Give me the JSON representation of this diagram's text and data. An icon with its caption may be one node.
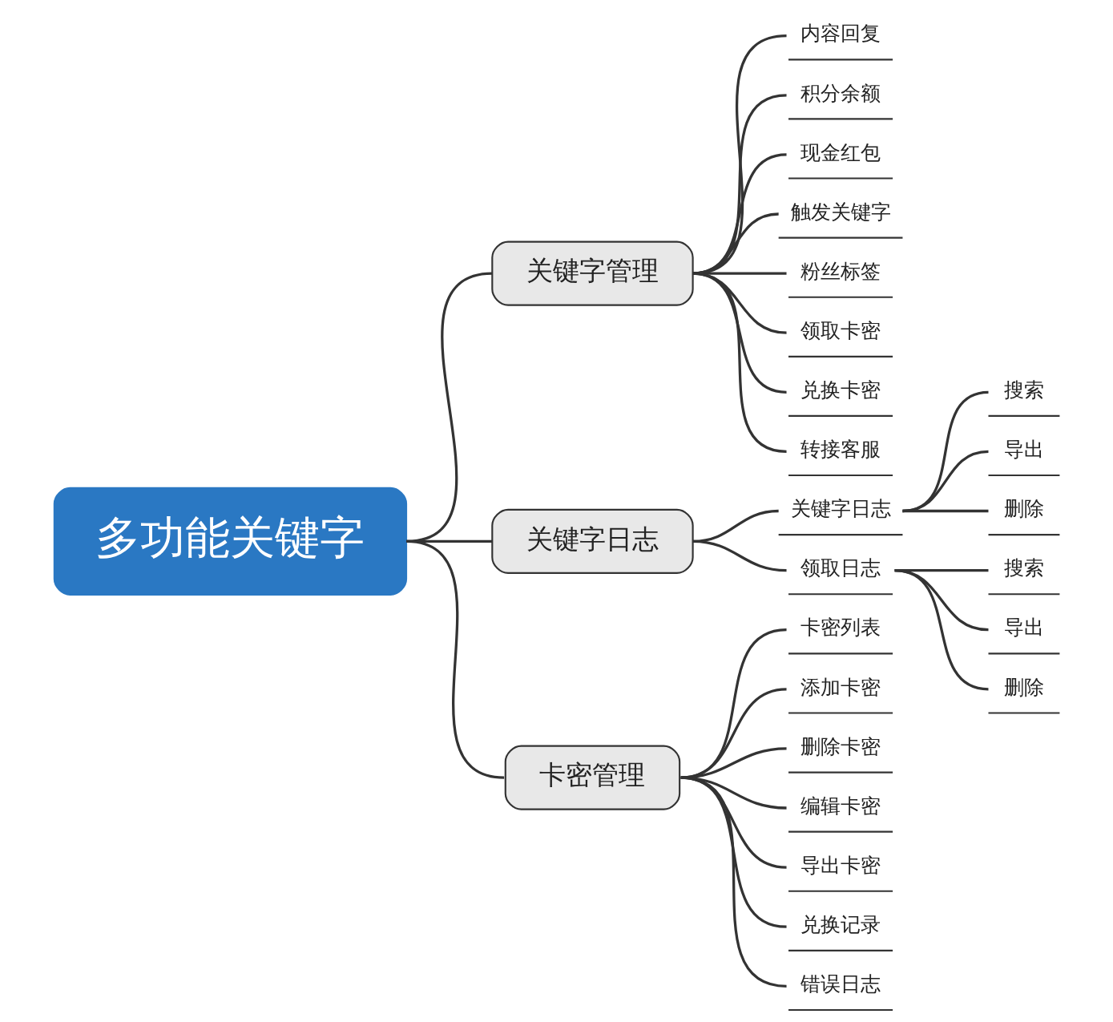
{
  "diagram": {
    "nodes": [
      {
        "text": [
          "多功能关键字"
        ]
      },
      {
        "text": [
          "关键字管理"
        ]
      },
      {
        "text": [
          "内容回复"
        ]
      },
      {
        "text": [
          "积分余额"
        ]
      },
      {
        "text": [
          "现金红包"
        ]
      },
      {
        "text": [
          "触发关键字"
        ]
      },
      {
        "text": [
          "粉丝标签"
        ]
      },
      {
        "text": [
          "领取卡密"
        ]
      },
      {
        "text": [
          "兑换卡密"
        ]
      },
      {
        "text": [
          "转接客服"
        ]
      },
      {
        "text": [
          "关键字日志"
        ]
      },
      {
        "text": [
          "关键字日志"
        ]
      },
      {
        "text": [
          "搜索"
        ]
      },
      {
        "text": [
          "导出"
        ]
      },
      {
        "text": [
          "删除"
        ]
      },
      {
        "text": [
          "领取日志"
        ]
      },
      {
        "text": [
          "搜索"
        ]
      },
      {
        "text": [
          "导出"
        ]
      },
      {
        "text": [
          "删除"
        ]
      },
      {
        "text": [
          "卡密管理"
        ]
      },
      {
        "text": [
          "卡密列表"
        ]
      },
      {
        "text": [
          "添加卡密"
        ]
      },
      {
        "text": [
          "删除卡密"
        ]
      },
      {
        "text": [
          "编辑卡密"
        ]
      },
      {
        "text": [
          "导出卡密"
        ]
      },
      {
        "text": [
          "兑换记录"
        ]
      },
      {
        "text": [
          "错误日志"
        ]
      }
    ],
    "edges": [
      {
        "from": 0,
        "to": 1,
        "arrow": "none"
      },
      {
        "from": 0,
        "to": 10,
        "arrow": "none"
      },
      {
        "from": 0,
        "to": 19,
        "arrow": "none"
      },
      {
        "from": 1,
        "to": 2,
        "arrow": "none"
      },
      {
        "from": 1,
        "to": 3,
        "arrow": "none"
      },
      {
        "from": 1,
        "to": 4,
        "arrow": "none"
      },
      {
        "from": 1,
        "to": 5,
        "arrow": "none"
      },
      {
        "from": 1,
        "to": 6,
        "arrow": "none"
      },
      {
        "from": 1,
        "to": 7,
        "arrow": "none"
      },
      {
        "from": 1,
        "to": 8,
        "arrow": "none"
      },
      {
        "from": 1,
        "to": 9,
        "arrow": "none"
      },
      {
        "from": 10,
        "to": 11,
        "arrow": "none"
      },
      {
        "from": 10,
        "to": 15,
        "arrow": "none"
      },
      {
        "from": 11,
        "to": 12,
        "arrow": "none"
      },
      {
        "from": 11,
        "to": 13,
        "arrow": "none"
      },
      {
        "from": 11,
        "to": 14,
        "arrow": "none"
      },
      {
        "from": 15,
        "to": 16,
        "arrow": "none"
      },
      {
        "from": 15,
        "to": 17,
        "arrow": "none"
      },
      {
        "from": 15,
        "to": 18,
        "arrow": "none"
      },
      {
        "from": 19,
        "to": 20,
        "arrow": "none"
      },
      {
        "from": 19,
        "to": 21,
        "arrow": "none"
      },
      {
        "from": 19,
        "to": 22,
        "arrow": "none"
      },
      {
        "from": 19,
        "to": 23,
        "arrow": "none"
      },
      {
        "from": 19,
        "to": 24,
        "arrow": "none"
      },
      {
        "from": 19,
        "to": 25,
        "arrow": "none"
      },
      {
        "from": 19,
        "to": 26,
        "arrow": "none"
      }
    ]
  }
}
